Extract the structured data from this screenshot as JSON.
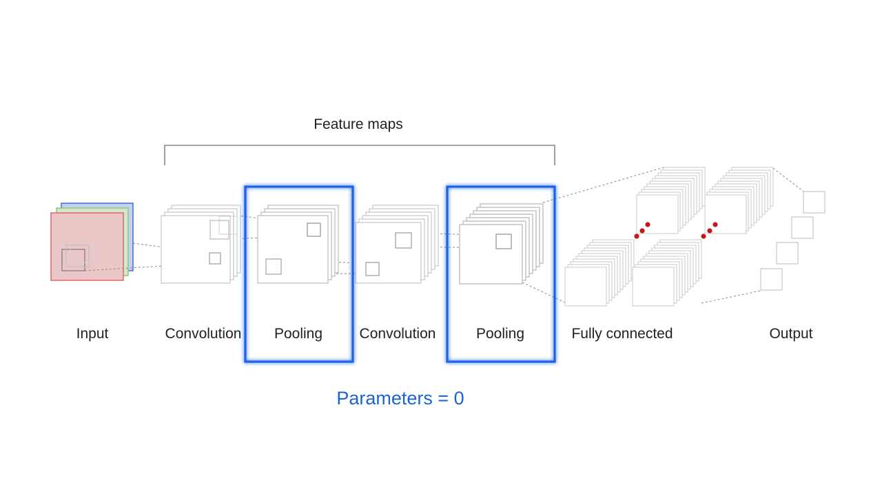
{
  "feature_maps_label": "Feature maps",
  "stages": [
    {
      "id": "input",
      "label": "Input"
    },
    {
      "id": "conv1",
      "label": "Convolution"
    },
    {
      "id": "pool1",
      "label": "Pooling"
    },
    {
      "id": "conv2",
      "label": "Convolution"
    },
    {
      "id": "pool2",
      "label": "Pooling"
    },
    {
      "id": "fc",
      "label": "Fully connected"
    },
    {
      "id": "output",
      "label": "Output"
    }
  ],
  "highlighted_stages": [
    "pool1",
    "pool2"
  ],
  "parameters_text": "Parameters = 0",
  "colors": {
    "highlight": "#1a63e8",
    "parameters_text": "#1a63d6",
    "input_red": "#e06666",
    "input_green": "#93c47d",
    "input_blue": "#3d6ed8",
    "neuron_dot": "#c5161d"
  }
}
